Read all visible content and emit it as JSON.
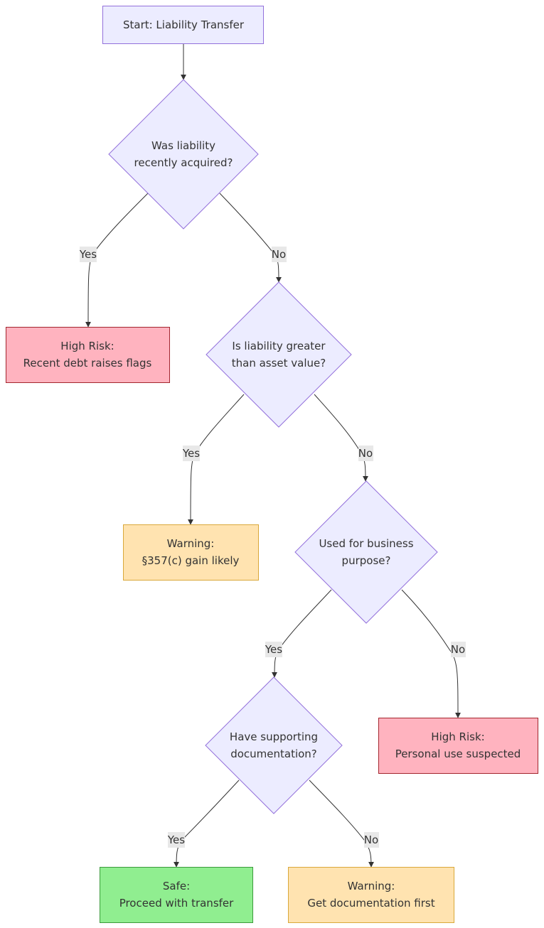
{
  "colors": {
    "process_fill": "#ECECFF",
    "process_stroke": "#9370DB",
    "high_risk_fill": "#FFB3BF",
    "high_risk_stroke": "#A3262E",
    "warning_fill": "#FFE3B0",
    "warning_stroke": "#D9A83A",
    "safe_fill": "#90EE90",
    "safe_stroke": "#3C9A3C",
    "edge": "#333333",
    "label_bg": "#E8E8E8"
  },
  "nodes": {
    "start": {
      "lines": [
        "Start: Liability Transfer"
      ]
    },
    "q_recent": {
      "lines": [
        "Was liability",
        "recently acquired?"
      ]
    },
    "risk_recent": {
      "lines": [
        "High Risk:",
        "Recent debt raises flags"
      ]
    },
    "q_greater": {
      "lines": [
        "Is liability greater",
        "than asset value?"
      ]
    },
    "warn_gain": {
      "lines": [
        "Warning:",
        "§357(c) gain likely"
      ]
    },
    "q_business": {
      "lines": [
        "Used for business",
        "purpose?"
      ]
    },
    "q_docs": {
      "lines": [
        "Have supporting",
        "documentation?"
      ]
    },
    "risk_personal": {
      "lines": [
        "High Risk:",
        "Personal use suspected"
      ]
    },
    "safe": {
      "lines": [
        "Safe:",
        "Proceed with transfer"
      ]
    },
    "warn_docs": {
      "lines": [
        "Warning:",
        "Get documentation first"
      ]
    }
  },
  "edges": {
    "recent_yes": "Yes",
    "recent_no": "No",
    "greater_yes": "Yes",
    "greater_no": "No",
    "business_yes": "Yes",
    "business_no": "No",
    "docs_yes": "Yes",
    "docs_no": "No"
  }
}
